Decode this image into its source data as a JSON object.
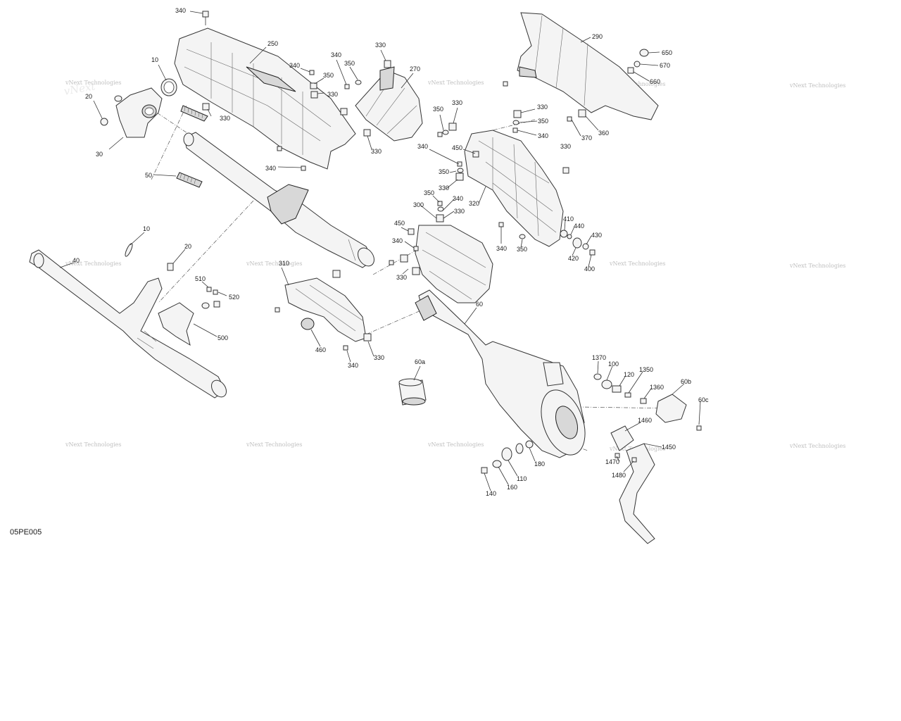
{
  "diagram": {
    "code": "05PE005",
    "watermark_text": "vNext Technologies",
    "callouts": [
      {
        "id": "c340a",
        "label": "340"
      },
      {
        "id": "c250",
        "label": "250"
      },
      {
        "id": "c10a",
        "label": "10"
      },
      {
        "id": "c20a",
        "label": "20"
      },
      {
        "id": "c30",
        "label": "30"
      },
      {
        "id": "c330a",
        "label": "330"
      },
      {
        "id": "c340b",
        "label": "340"
      },
      {
        "id": "c350a",
        "label": "350"
      },
      {
        "id": "c330b",
        "label": "330"
      },
      {
        "id": "c340c",
        "label": "340"
      },
      {
        "id": "c350b",
        "label": "350"
      },
      {
        "id": "c330c",
        "label": "330"
      },
      {
        "id": "c270",
        "label": "270"
      },
      {
        "id": "c330d",
        "label": "330"
      },
      {
        "id": "c340d",
        "label": "340"
      },
      {
        "id": "c50",
        "label": "50"
      },
      {
        "id": "c290",
        "label": "290"
      },
      {
        "id": "c650",
        "label": "650"
      },
      {
        "id": "c670",
        "label": "670"
      },
      {
        "id": "c660",
        "label": "660"
      },
      {
        "id": "c330e",
        "label": "330"
      },
      {
        "id": "c350c",
        "label": "350"
      },
      {
        "id": "c340e",
        "label": "340"
      },
      {
        "id": "c360",
        "label": "360"
      },
      {
        "id": "c370",
        "label": "370"
      },
      {
        "id": "c350d",
        "label": "350"
      },
      {
        "id": "c330f",
        "label": "330"
      },
      {
        "id": "c340f",
        "label": "340"
      },
      {
        "id": "c450a",
        "label": "450"
      },
      {
        "id": "c350e",
        "label": "350"
      },
      {
        "id": "c330g",
        "label": "330"
      },
      {
        "id": "c330h",
        "label": "330"
      },
      {
        "id": "c350f",
        "label": "350"
      },
      {
        "id": "c340g",
        "label": "340"
      },
      {
        "id": "c300",
        "label": "300"
      },
      {
        "id": "c330i",
        "label": "330"
      },
      {
        "id": "c320",
        "label": "320"
      },
      {
        "id": "c450b",
        "label": "450"
      },
      {
        "id": "c340h",
        "label": "340"
      },
      {
        "id": "c410",
        "label": "410"
      },
      {
        "id": "c440",
        "label": "440"
      },
      {
        "id": "c430",
        "label": "430"
      },
      {
        "id": "c340i",
        "label": "340"
      },
      {
        "id": "c350g",
        "label": "350"
      },
      {
        "id": "c420",
        "label": "420"
      },
      {
        "id": "c400",
        "label": "400"
      },
      {
        "id": "c10b",
        "label": "10"
      },
      {
        "id": "c20b",
        "label": "20"
      },
      {
        "id": "c40",
        "label": "40"
      },
      {
        "id": "c310",
        "label": "310"
      },
      {
        "id": "c330j",
        "label": "330"
      },
      {
        "id": "c510",
        "label": "510"
      },
      {
        "id": "c520",
        "label": "520"
      },
      {
        "id": "c500",
        "label": "500"
      },
      {
        "id": "c460",
        "label": "460"
      },
      {
        "id": "c340j",
        "label": "340"
      },
      {
        "id": "c330k",
        "label": "330"
      },
      {
        "id": "c60",
        "label": "60"
      },
      {
        "id": "c60a",
        "label": "60a"
      },
      {
        "id": "c1370",
        "label": "1370"
      },
      {
        "id": "c100",
        "label": "100"
      },
      {
        "id": "c120",
        "label": "120"
      },
      {
        "id": "c1350",
        "label": "1350"
      },
      {
        "id": "c1360",
        "label": "1360"
      },
      {
        "id": "c60b",
        "label": "60b"
      },
      {
        "id": "c60c",
        "label": "60c"
      },
      {
        "id": "c1460",
        "label": "1460"
      },
      {
        "id": "c1450",
        "label": "1450"
      },
      {
        "id": "c1470",
        "label": "1470"
      },
      {
        "id": "c1480",
        "label": "1480"
      },
      {
        "id": "c180",
        "label": "180"
      },
      {
        "id": "c110",
        "label": "110"
      },
      {
        "id": "c160",
        "label": "160"
      },
      {
        "id": "c140",
        "label": "140"
      }
    ]
  }
}
